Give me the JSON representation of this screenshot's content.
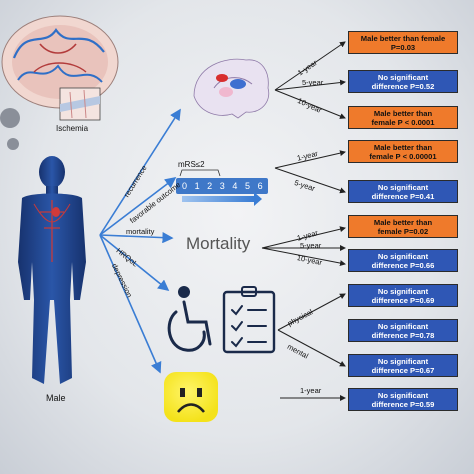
{
  "labels": {
    "ischemia": "Ischemia",
    "male": "Male",
    "mortality_text": "Mortality",
    "mrs": "mRS≤2"
  },
  "mrs_scale": [
    "0",
    "1",
    "2",
    "3",
    "4",
    "5",
    "6"
  ],
  "categories": {
    "recurrence": "recurrence",
    "favorable_outcome": "favorable outcome",
    "mortality": "mortality",
    "hrqol": "HRQoL",
    "depression": "depression"
  },
  "branches": {
    "r1": "1-year",
    "r5": "5-year",
    "r10": "10-year",
    "f1": "1-year",
    "f5": "5-year",
    "m1": "1-year",
    "m5": "5-year",
    "m10": "10-year",
    "hp": "physical",
    "hm": "mental",
    "d1": "1-year"
  },
  "results": [
    {
      "line1": "Male better than female",
      "line2": "P=0.03",
      "style": "orange"
    },
    {
      "line1": "No significant",
      "line2": "difference P=0.52",
      "style": "blue"
    },
    {
      "line1": "Male better than",
      "line2": "female P < 0.0001",
      "style": "orange"
    },
    {
      "line1": "Male better than",
      "line2": "female P < 0.00001",
      "style": "orange"
    },
    {
      "line1": "No significant",
      "line2": "difference P=0.41",
      "style": "blue"
    },
    {
      "line1": "Male better than",
      "line2": "female P=0.02",
      "style": "orange"
    },
    {
      "line1": "No significant",
      "line2": "difference P=0.66",
      "style": "blue"
    },
    {
      "line1": "No significant",
      "line2": "difference P=0.69",
      "style": "blue"
    },
    {
      "line1": "No significant",
      "line2": "difference P=0.78",
      "style": "blue"
    },
    {
      "line1": "No significant",
      "line2": "difference P=0.67",
      "style": "blue"
    },
    {
      "line1": "No significant",
      "line2": "difference P=0.59",
      "style": "blue"
    }
  ],
  "colors": {
    "orange": "#ef7a2b",
    "blue": "#2f57b5",
    "arrow": "#3a7dd4",
    "body": "#1f3f86"
  }
}
